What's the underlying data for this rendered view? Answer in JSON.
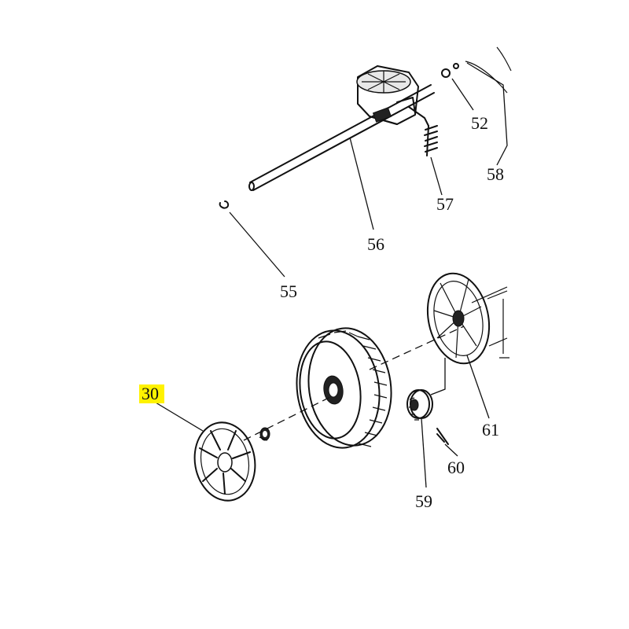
{
  "highlight_color": "#fff200",
  "highlighted_part": "30",
  "parts": {
    "p30": "30",
    "p52": "52",
    "p55": "55",
    "p56": "56",
    "p57": "57",
    "p58": "58",
    "p59": "59",
    "p60": "60",
    "p61": "61"
  }
}
